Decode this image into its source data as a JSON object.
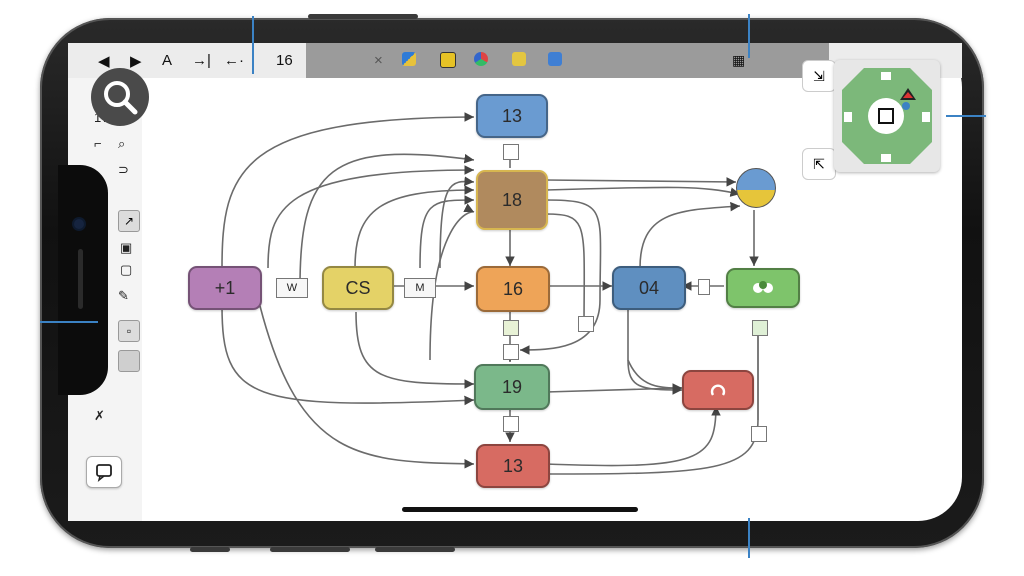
{
  "toolbar": {
    "page_number": "16",
    "text_tool": "A"
  },
  "nodes": {
    "top": "13",
    "center": "18",
    "left": "+1",
    "cs": "CS",
    "mid": "16",
    "right": "04",
    "lower": "19",
    "bottom": "13"
  },
  "chips": {
    "left_chip": "W",
    "cs_chip": "M"
  },
  "colors": {
    "blue": "#6a9bd1",
    "brown": "#b08a5e",
    "purple": "#b47fb6",
    "yellow": "#e4d267",
    "orange": "#eea458",
    "steel": "#5f8fc0",
    "green": "#7bb88a",
    "leaf": "#7ec46b",
    "red": "#d76b62",
    "accent": "#3b82c4"
  },
  "icons": [
    "search-icon",
    "chat-icon",
    "minimap-icon",
    "settings-icon"
  ]
}
